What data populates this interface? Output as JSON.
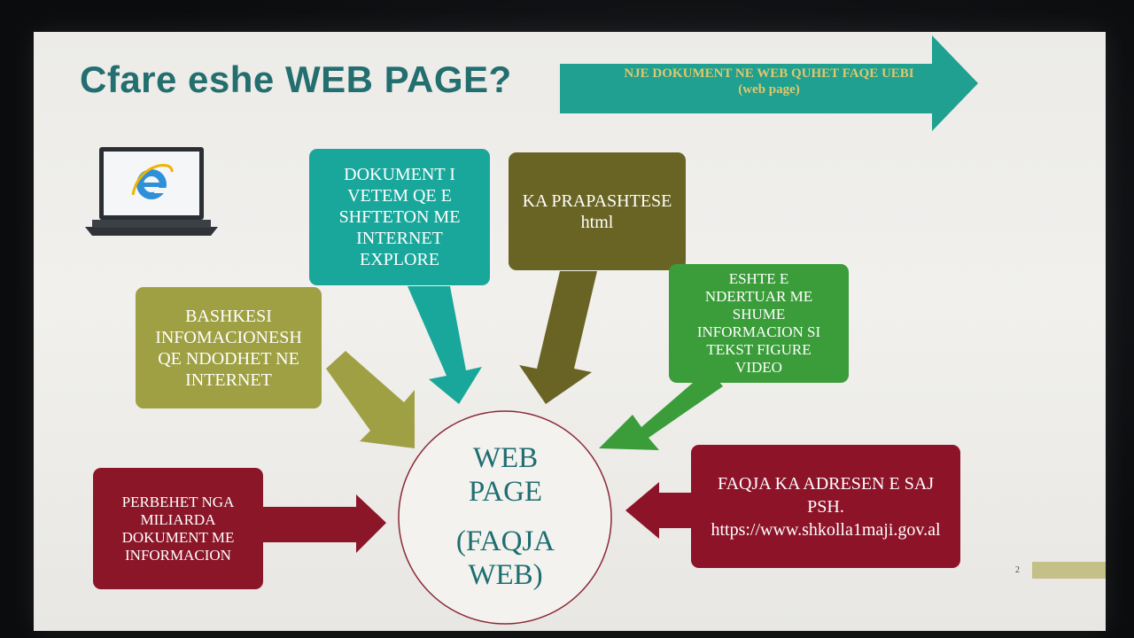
{
  "slide": {
    "title": "Cfare eshe WEB PAGE?",
    "banner_line1": "NJE DOKUMENT NE WEB QUHET FAQE UEBI",
    "banner_line2": "(web page)",
    "center_line1": "WEB",
    "center_line2": "PAGE",
    "center_line3": "(FAQJA",
    "center_line4": "WEB)",
    "slide_number": "2",
    "boxes": {
      "teal": [
        "DOKUMENT I",
        "VETEM  QE E",
        "SHFTETON ME",
        "INTERNET",
        "EXPLORE"
      ],
      "olive": [
        "KA PRAPASHTESE",
        "html"
      ],
      "khaki": [
        "BASHKESI",
        "INFOMACIONESH",
        "QE NDODHET NE",
        "INTERNET"
      ],
      "green": [
        "ESHTE E",
        "NDERTUAR ME",
        "SHUME",
        "INFORMACION SI",
        "TEKST FIGURE",
        "VIDEO"
      ],
      "maroon_left": [
        "PERBEHET NGA",
        "MILIARDA",
        "DOKUMENT ME",
        "INFORMACION"
      ],
      "maroon_right": [
        "FAQJA KA ADRESEN E SAJ",
        "PSH.",
        "https://www.shkolla1maji.gov.al"
      ]
    }
  },
  "colors": {
    "title": "#236e6e",
    "banner": "#1fa090",
    "banner_text": "#e1c76d",
    "teal": "#1aa79b",
    "olive": "#6a6424",
    "khaki": "#9fa043",
    "green": "#3b9d3a",
    "maroon": "#8a1628",
    "circle_border": "#8a2a36"
  },
  "icons": {
    "laptop": "laptop-ie-icon"
  }
}
